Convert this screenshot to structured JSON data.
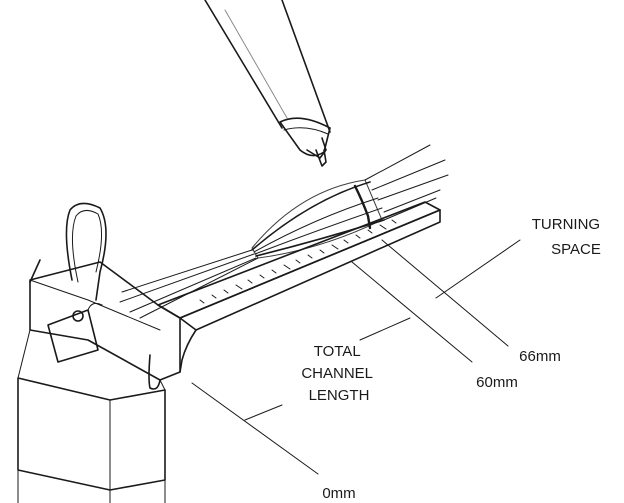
{
  "labels": {
    "turning_space": [
      "TURNING",
      "SPACE"
    ],
    "total_channel_length": [
      "TOTAL",
      "CHANNEL",
      "LENGTH"
    ],
    "mark_66": "66mm",
    "mark_60": "60mm",
    "mark_0": "0mm"
  }
}
